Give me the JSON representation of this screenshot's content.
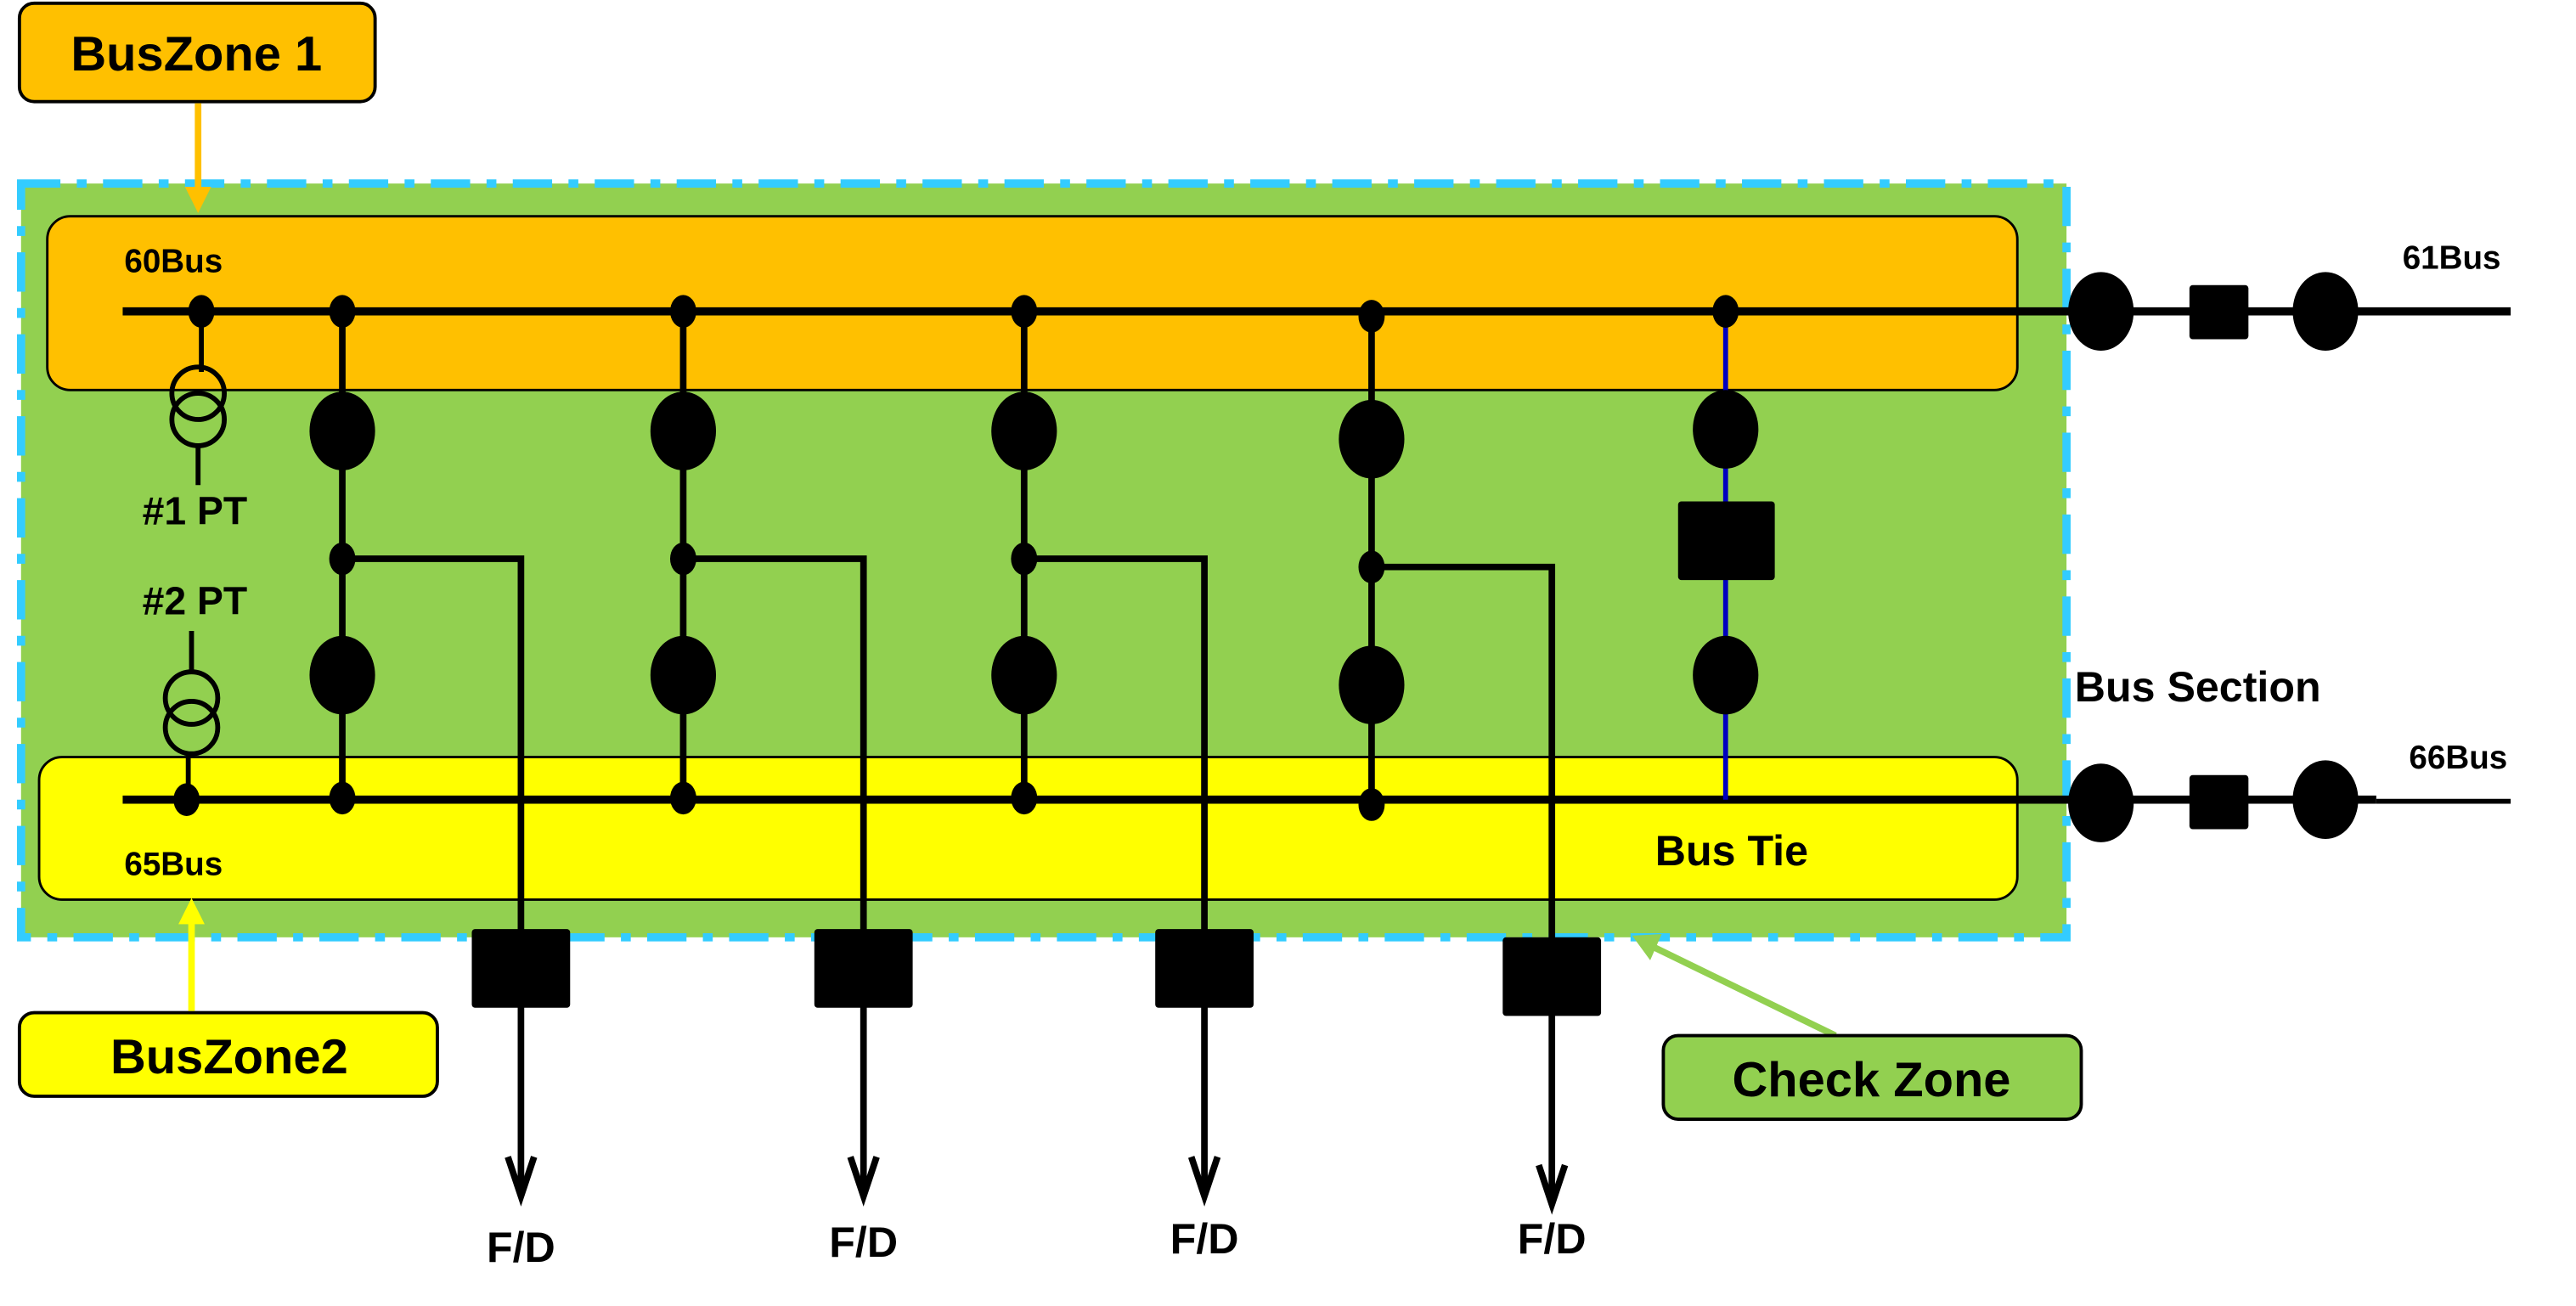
{
  "colors": {
    "buszone1": "#FFC000",
    "buszone2": "#FFFF00",
    "check_zone": "#92D050",
    "check_zone_border": "#33CCFF",
    "bus_tie_line": "#0000C0",
    "line": "#000000"
  },
  "callouts": {
    "buszone1": "BusZone 1",
    "buszone2": "BusZone2",
    "check_zone": "Check Zone"
  },
  "buses": {
    "bus60": "60Bus",
    "bus65": "65Bus",
    "bus61": "61Bus",
    "bus66": "66Bus"
  },
  "labels": {
    "pt1": "#1 PT",
    "pt2": "#2 PT",
    "bus_section": "Bus Section",
    "bus_tie": "Bus Tie"
  },
  "feeders": [
    {
      "label": "F/D"
    },
    {
      "label": "F/D"
    },
    {
      "label": "F/D"
    },
    {
      "label": "F/D"
    }
  ]
}
